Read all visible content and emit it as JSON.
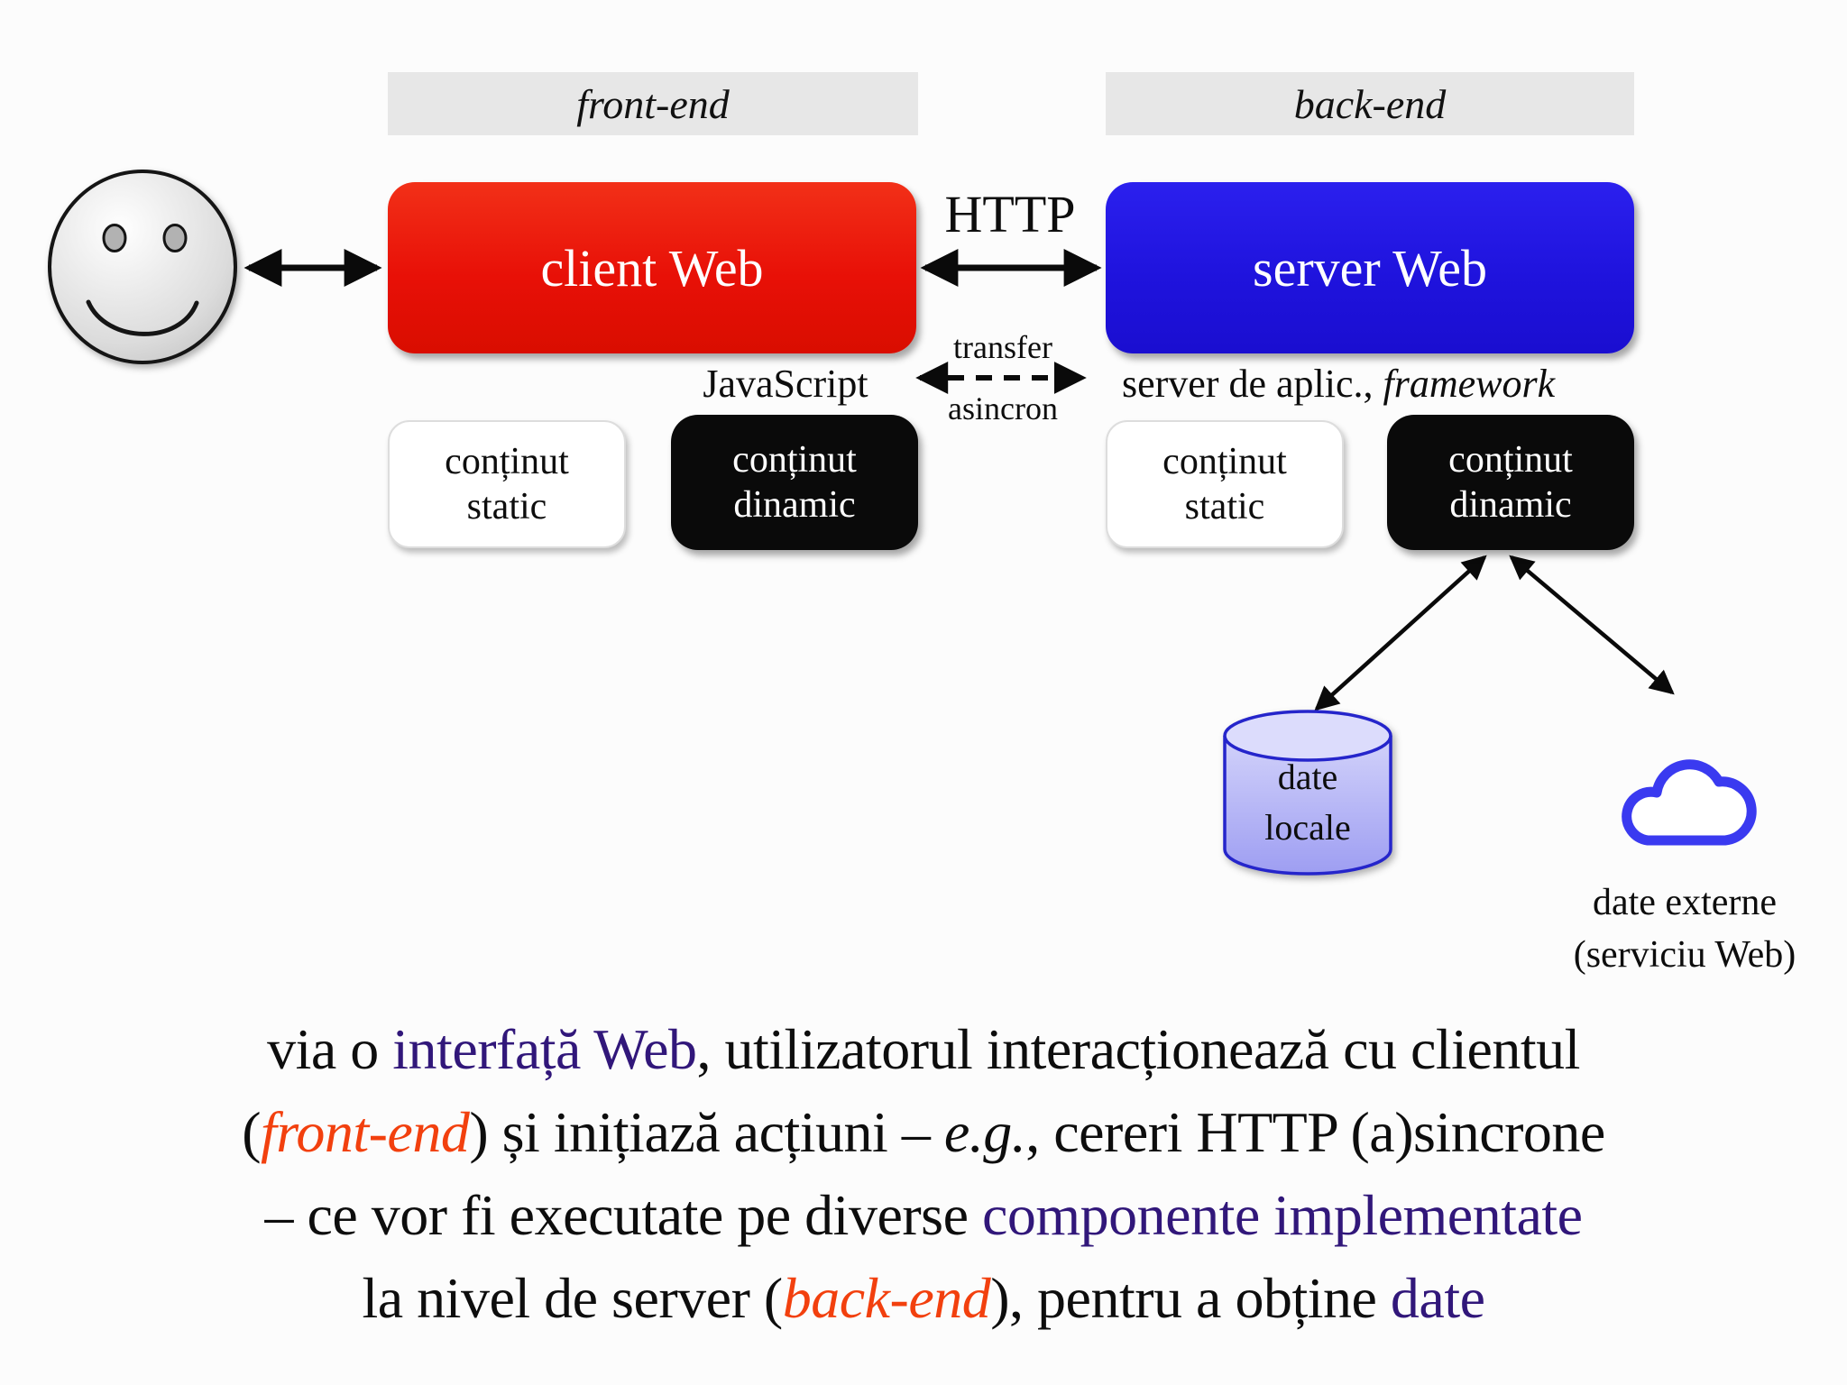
{
  "diagram": {
    "frontend_label": "front-end",
    "backend_label": "back-end",
    "client_label": "client Web",
    "server_label": "server Web",
    "http_label": "HTTP",
    "javascript_label": "JavaScript",
    "transfer_top": "transfer",
    "transfer_bottom": "asincron",
    "server_app_regular": "server de aplic., ",
    "server_app_italic": "framework",
    "content_static_label": "conținut static",
    "content_dynamic_label": "conținut dinamic",
    "db_lines": [
      "date",
      "locale"
    ],
    "external_lines": [
      "date externe",
      "(serviciu Web)"
    ],
    "icons": {
      "user": "smiley-face-icon",
      "local_data": "database-cylinder-icon",
      "external_data": "cloud-outline-icon",
      "user_client_link": "double-arrow",
      "http_link": "double-arrow",
      "async_link": "dashed-double-arrow",
      "db_link": "double-arrow-diagonal",
      "external_link": "double-arrow-diagonal"
    }
  },
  "paragraph": {
    "lines": [
      [
        {
          "text": "via o ",
          "style": "normal"
        },
        {
          "text": "interfață Web",
          "style": "accent"
        },
        {
          "text": ", utilizatorul interacționează cu clientul",
          "style": "normal"
        }
      ],
      [
        {
          "text": "(",
          "style": "normal"
        },
        {
          "text": "front-end",
          "style": "em"
        },
        {
          "text": ") și inițiază acțiuni – ",
          "style": "normal"
        },
        {
          "text": "e.g.",
          "style": "italic"
        },
        {
          "text": ", cereri HTTP (a)sincrone",
          "style": "normal"
        }
      ],
      [
        {
          "text": "– ce vor fi executate pe diverse ",
          "style": "normal"
        },
        {
          "text": "componente implementate",
          "style": "accent"
        }
      ],
      [
        {
          "text": "la nivel de server (",
          "style": "normal"
        },
        {
          "text": "back-end",
          "style": "em"
        },
        {
          "text": "), pentru a obține ",
          "style": "normal"
        },
        {
          "text": "date",
          "style": "accent"
        }
      ]
    ]
  },
  "colors": {
    "accent-purple": "#31177a",
    "accent-red": "#f2400e",
    "client-red": "#e61204",
    "server-blue": "#1f13dd",
    "box-black": "#0a0a0a",
    "section-bar-gray": "#e7e7e7",
    "db-fill": "#b9b9f5",
    "db-stroke": "#2525cb",
    "cloud-stroke": "#3a3af0"
  }
}
